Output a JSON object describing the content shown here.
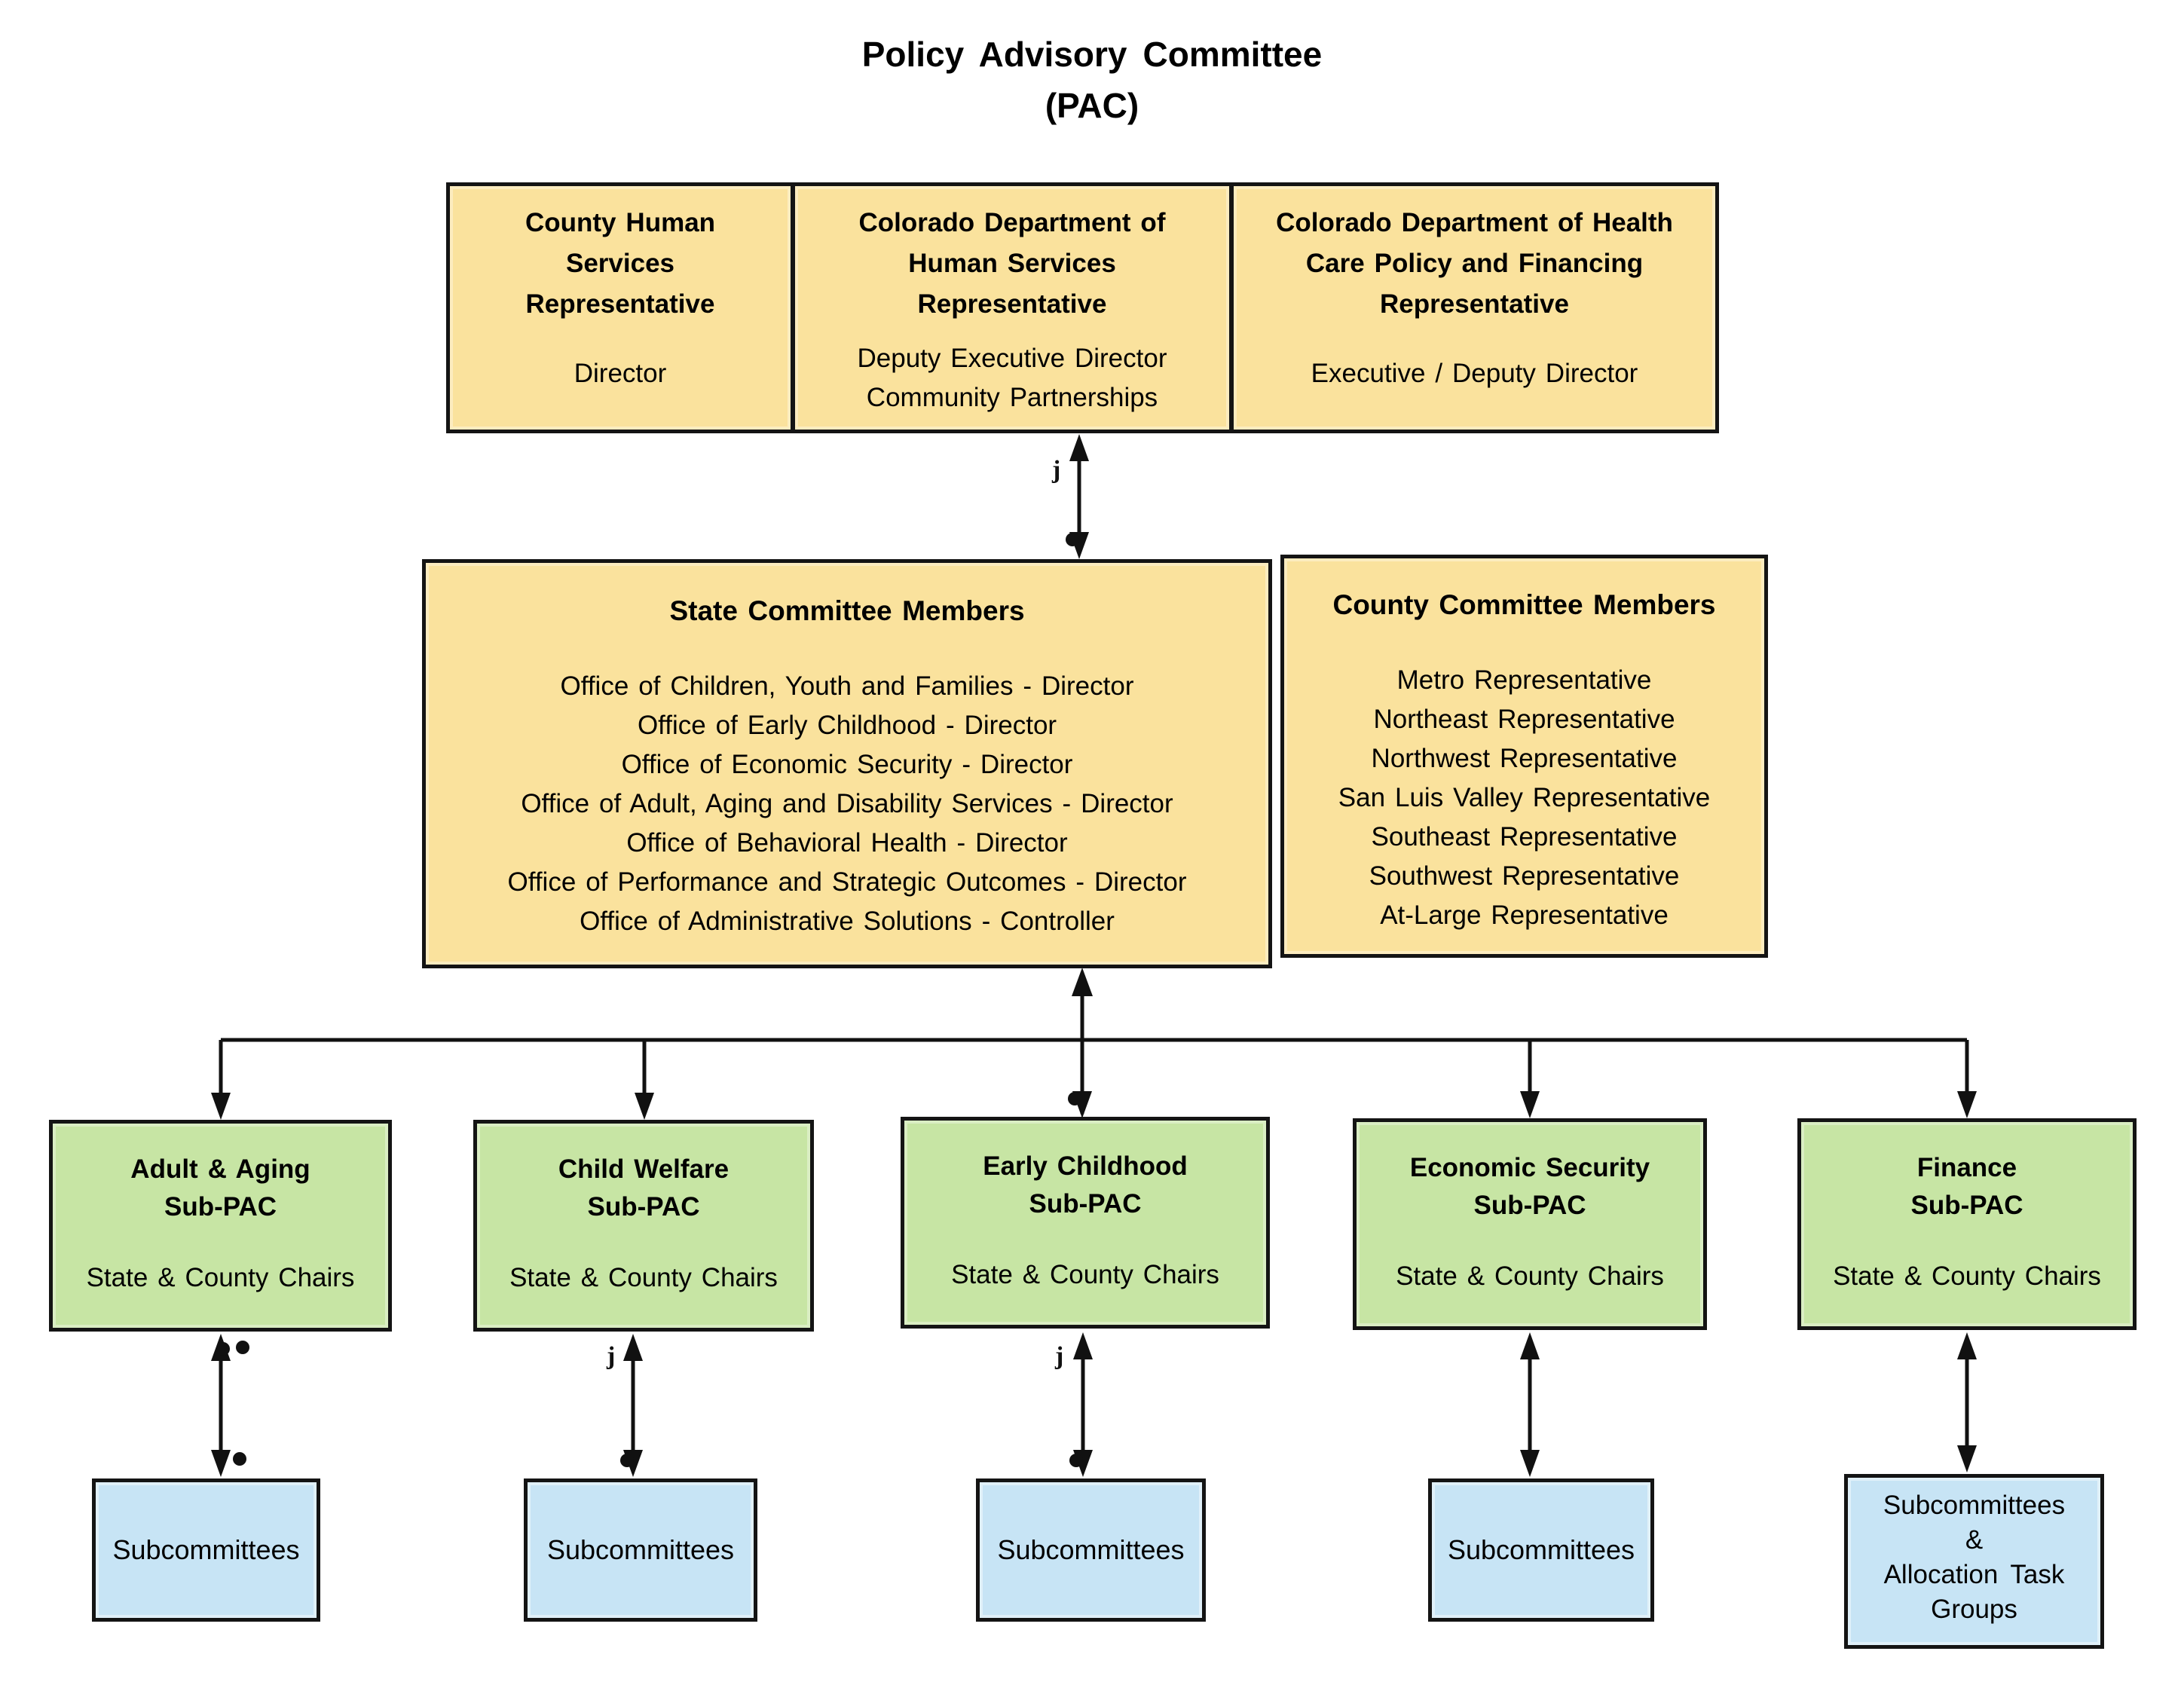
{
  "title": {
    "line1": "Policy Advisory Committee",
    "line2": "(PAC)"
  },
  "top_row": [
    {
      "heading": "County Human\nServices\nRepresentative",
      "subtitle": "Director"
    },
    {
      "heading": "Colorado Department of\nHuman Services\nRepresentative",
      "subtitle": "Deputy Executive Director\nCommunity Partnerships"
    },
    {
      "heading": "Colorado Department of Health\nCare Policy and Financing\nRepresentative",
      "subtitle": "Executive / Deputy Director"
    }
  ],
  "state_committee": {
    "heading": "State Committee Members",
    "items": [
      "Office of Children, Youth and Families - Director",
      "Office of Early Childhood - Director",
      "Office of Economic Security - Director",
      "Office of Adult, Aging and Disability Services - Director",
      "Office of Behavioral Health - Director",
      "Office of Performance and Strategic Outcomes - Director",
      "Office of Administrative Solutions - Controller"
    ]
  },
  "county_committee": {
    "heading": "County Committee Members",
    "items": [
      "Metro Representative",
      "Northeast Representative",
      "Northwest Representative",
      "San Luis Valley Representative",
      "Southeast Representative",
      "Southwest Representative",
      "At-Large Representative"
    ]
  },
  "subpacs": [
    {
      "name": "Adult & Aging",
      "level": "Sub-PAC",
      "members": "State & County Chairs"
    },
    {
      "name": "Child Welfare",
      "level": "Sub-PAC",
      "members": "State & County Chairs"
    },
    {
      "name": "Early Childhood",
      "level": "Sub-PAC",
      "members": "State & County Chairs"
    },
    {
      "name": "Economic Security",
      "level": "Sub-PAC",
      "members": "State & County Chairs"
    },
    {
      "name": "Finance",
      "level": "Sub-PAC",
      "members": "State & County Chairs"
    }
  ],
  "subcommittees": [
    {
      "label": "Subcommittees"
    },
    {
      "label": "Subcommittees"
    },
    {
      "label": "Subcommittees"
    },
    {
      "label": "Subcommittees"
    },
    {
      "label": "Subcommittees\n&\nAllocation Task\nGroups"
    }
  ],
  "artifacts": {
    "glyph": "j"
  },
  "colors": {
    "committee_fill": "#FAE29D",
    "subpac_fill": "#C7E5A4",
    "subcommittee_fill": "#C7E4F5",
    "border": "#141414",
    "background": "#FFFFFF"
  }
}
